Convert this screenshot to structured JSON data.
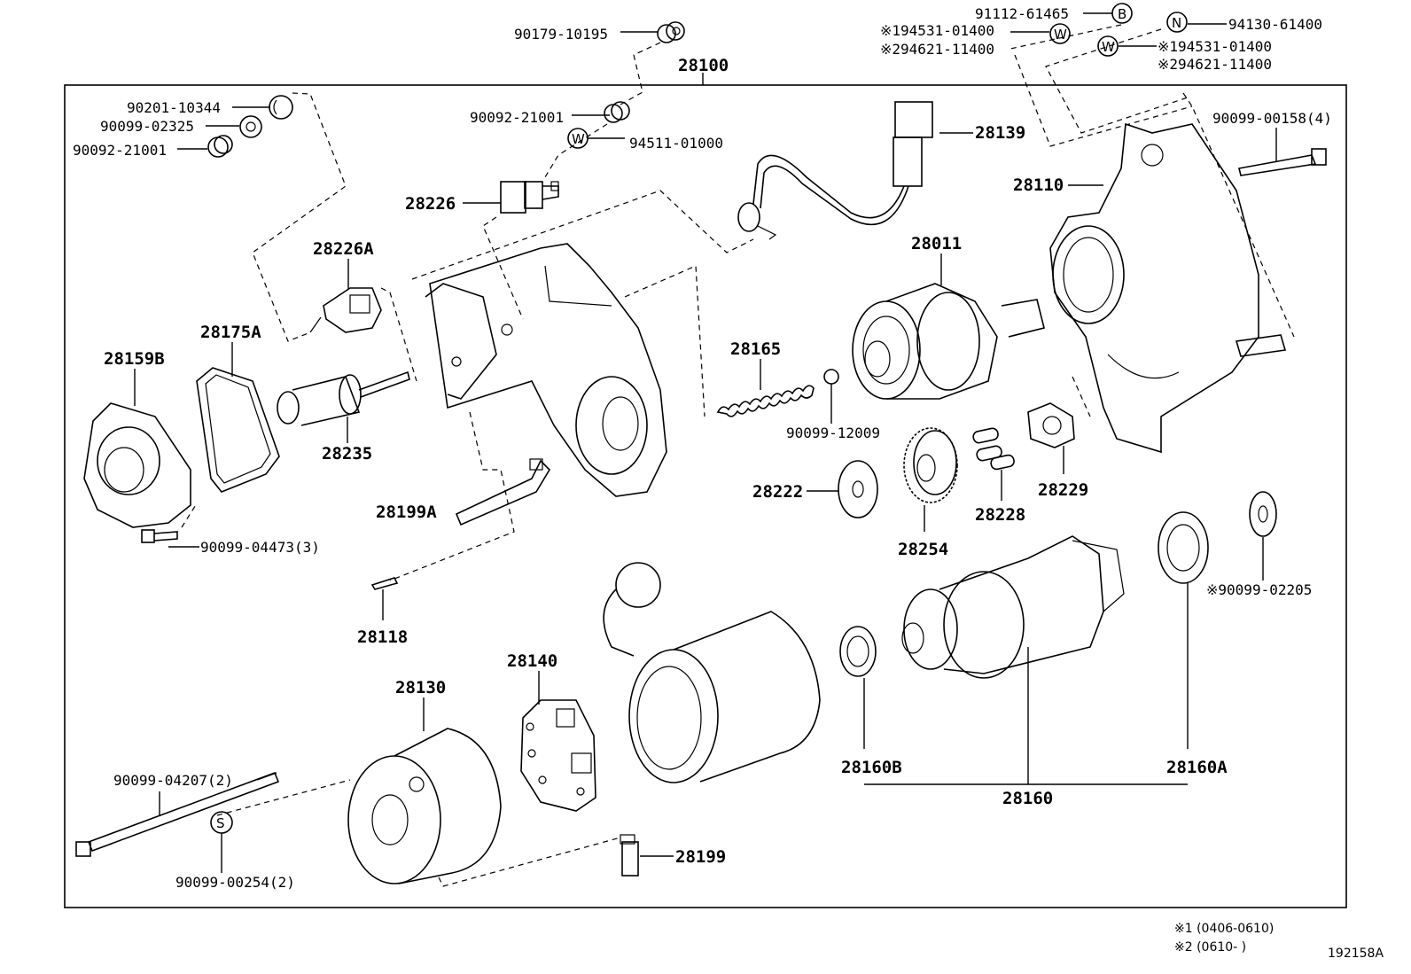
{
  "diagram_id": "192158A",
  "assembly_label": "28100",
  "labels": {
    "p90179_10195": "90179-10195",
    "p91112_61465": "91112-61465",
    "p94531_01400_a": "※194531-01400",
    "p94621_11400_a": "※294621-11400",
    "p94130_61400": "94130-61400",
    "p94531_01400_b": "※194531-01400",
    "p94621_11400_b": "※294621-11400",
    "p90201_10344": "90201-10344",
    "p90099_02325": "90099-02325",
    "p90092_21001_a": "90092-21001",
    "p90092_21001_b": "90092-21001",
    "p94511_01000": "94511-01000",
    "p28139": "28139",
    "p90099_00158": "90099-00158(4)",
    "p28110": "28110",
    "p28226": "28226",
    "p28226A": "28226A",
    "p28011": "28011",
    "p28175A": "28175A",
    "p28159B": "28159B",
    "p28165": "28165",
    "p90099_12009": "90099-12009",
    "p28235": "28235",
    "p28222": "28222",
    "p28229": "28229",
    "p28228": "28228",
    "p28199A": "28199A",
    "p28254": "28254",
    "p90099_04473": "90099-04473(3)",
    "p90099_02205": "※90099-02205",
    "p28118": "28118",
    "p28140": "28140",
    "p28130": "28130",
    "p28160B": "28160B",
    "p28160A": "28160A",
    "p28160": "28160",
    "p90099_04207": "90099-04207(2)",
    "p90099_00254": "90099-00254(2)",
    "p28199": "28199"
  },
  "symbols": {
    "b": "B",
    "w1": "W",
    "w2": "W",
    "n": "N",
    "w3": "W",
    "s": "S"
  },
  "notes": {
    "note1": "※1 (0406-0610)",
    "note2": "※2 (0610-     )"
  }
}
